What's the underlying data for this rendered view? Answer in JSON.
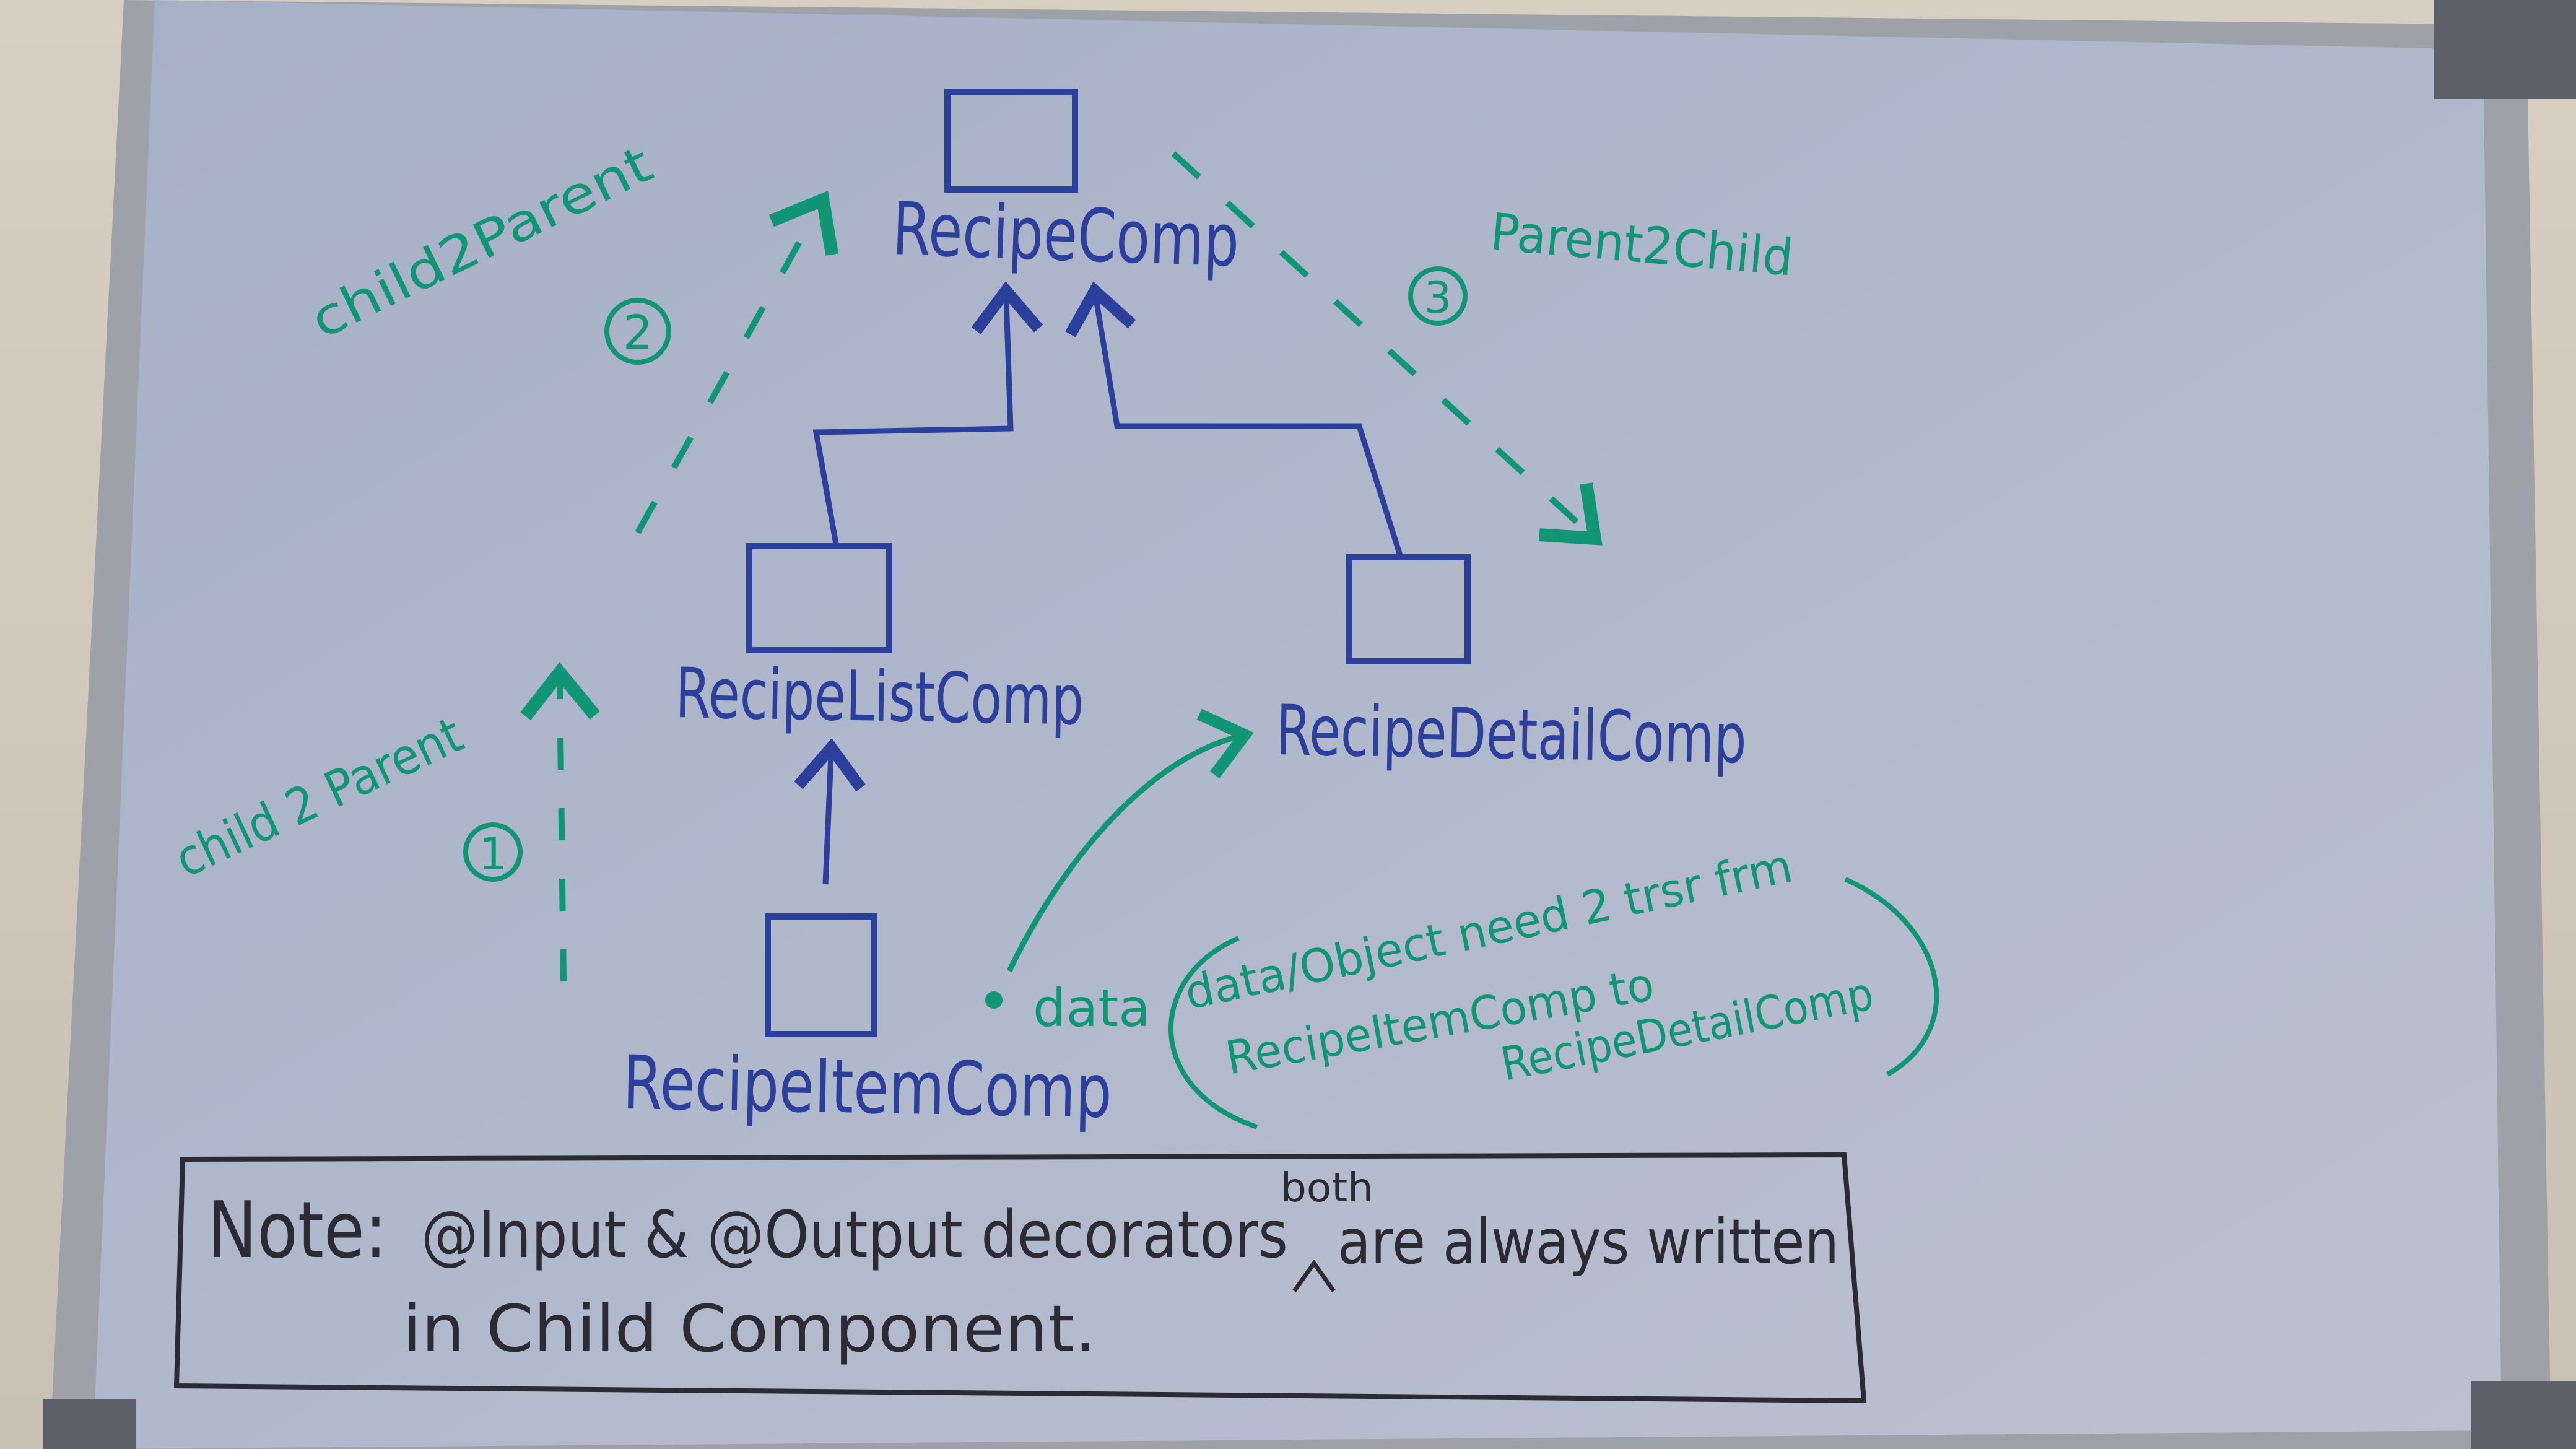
{
  "diagram": {
    "nodes": {
      "recipe_comp": "RecipeComp",
      "recipe_list_comp": "RecipeListComp",
      "recipe_detail_comp": "RecipeDetailComp",
      "recipe_item_comp": "RecipeItemComp"
    },
    "flows": {
      "step_1": {
        "number": "1",
        "label": "child 2 Parent"
      },
      "step_2": {
        "number": "2",
        "label": "child2Parent"
      },
      "step_3": {
        "number": "3",
        "label": "Parent2Child"
      }
    },
    "data_label": "data",
    "bracket_note": {
      "line1": "data/Object need 2 trsr frm",
      "line2": "RecipeItemComp to",
      "line3": "RecipeDetailComp"
    },
    "note": {
      "prefix": "Note:",
      "line1": "@Input & @Output decorators",
      "line1_end": "are always written",
      "insert": "both",
      "line2": "in Child Component."
    },
    "colors": {
      "whiteboard": "#a8b2c8",
      "frame": "#b0b3b8",
      "blue_marker": "#2c3f9a",
      "green_marker": "#109575",
      "black_marker": "#2c2a33"
    }
  }
}
